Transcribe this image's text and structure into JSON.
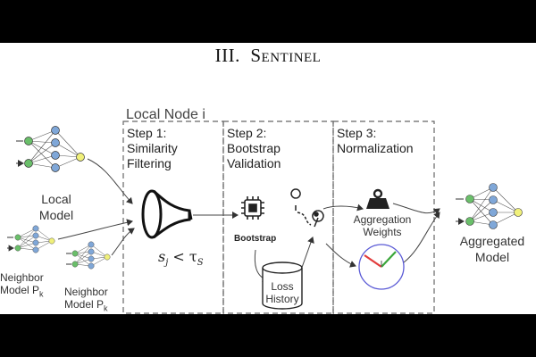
{
  "header": {
    "roman": "III.",
    "title": "Sentinel"
  },
  "panel": {
    "title": "Local Node i"
  },
  "steps": [
    {
      "line1": "Step 1:",
      "line2": "Similarity",
      "line3": "Filtering"
    },
    {
      "line1": "Step 2:",
      "line2": "Bootstrap",
      "line3": "Validation"
    },
    {
      "line1": "Step 3:",
      "line2": "Normalization",
      "line3": ""
    }
  ],
  "inputs": {
    "local_model_line1": "Local",
    "local_model_line2": "Model",
    "neighbor_line1": "Neighbor",
    "neighbor_line2": "Model P",
    "neighbor_sub": "k"
  },
  "step1": {
    "formula_s": "s",
    "formula_sub": "j",
    "formula_rest": " < τ",
    "formula_sub2": "S"
  },
  "step2": {
    "bootstrap_label": "Bootstrap",
    "loss_line1": "Loss",
    "loss_line2": "History"
  },
  "step3": {
    "weights_line1": "Aggregation",
    "weights_line2": "Weights"
  },
  "output": {
    "line1": "Aggregated",
    "line2": "Model"
  },
  "colors": {
    "node_fill": "#7fa7d8",
    "node_input": "#6abf6a",
    "node_output": "#f0f07a",
    "clock_circle": "#5b5bd6",
    "clock_red": "#e23c3c",
    "clock_green": "#3aa63a"
  }
}
